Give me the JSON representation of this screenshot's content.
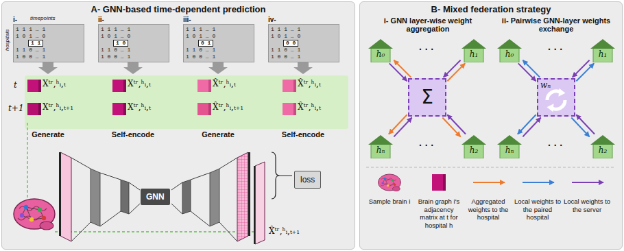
{
  "diagram": {
    "nodes": [
      {
        "text": [
          "A- GNN-based time-dependent prediction"
        ]
      },
      {
        "text": [
          "i-",
          "1 1 1 … 1",
          "1 0 1 … 0",
          "1 1",
          "1 1 0 … 1",
          "1 0 0 … 1"
        ],
        "in": 0
      },
      {
        "text": [
          "ii-",
          "1 1 1 … 1",
          "1 0 1 … 0",
          "1 0",
          "1 1 0 … 1",
          "1 0 0 … 1"
        ],
        "in": 0
      },
      {
        "text": [
          "iii-",
          "1 1 1 … 1",
          "1 0 1 … 0",
          "0 1",
          "1 1 0 … 1",
          "1 0 0 … 1"
        ],
        "in": 0
      },
      {
        "text": [
          "iv-",
          "1 1 1 … 1",
          "1 0 1 … 0",
          "0 0",
          "1 1 0 … 1",
          "1 0 0 … 1"
        ],
        "in": 0
      },
      {
        "text": [
          "GNN"
        ],
        "in": 0
      },
      {
        "text": [
          "loss"
        ],
        "in": 0
      },
      {
        "text": [
          "B- Mixed federation strategy"
        ]
      },
      {
        "text": [
          "h₀"
        ],
        "in": 7
      },
      {
        "text": [
          "h₁"
        ],
        "in": 7
      },
      {
        "text": [
          "Σ"
        ],
        "in": 7
      },
      {
        "text": [
          "hₙ"
        ],
        "in": 7
      },
      {
        "text": [
          "h₂"
        ],
        "in": 7
      },
      {
        "text": [
          "h₀"
        ],
        "in": 7
      },
      {
        "text": [
          "h₁"
        ],
        "in": 7
      },
      {
        "text": [
          "wₙ"
        ],
        "in": 7
      },
      {
        "text": [
          "hₙ"
        ],
        "in": 7
      },
      {
        "text": [
          "h₂"
        ],
        "in": 7
      }
    ],
    "edges": [
      {
        "from": 10,
        "to": 8,
        "arrow": "to"
      },
      {
        "from": 8,
        "to": 10,
        "arrow": "to"
      },
      {
        "from": 10,
        "to": 9,
        "arrow": "to"
      },
      {
        "from": 9,
        "to": 10,
        "arrow": "to"
      },
      {
        "from": 10,
        "to": 11,
        "arrow": "to"
      },
      {
        "from": 11,
        "to": 10,
        "arrow": "to"
      },
      {
        "from": 10,
        "to": 12,
        "arrow": "to"
      },
      {
        "from": 12,
        "to": 10,
        "arrow": "to"
      },
      {
        "from": 15,
        "to": 13,
        "arrow": "to"
      },
      {
        "from": 13,
        "to": 15,
        "arrow": "to"
      },
      {
        "from": 15,
        "to": 14,
        "arrow": "to"
      },
      {
        "from": 14,
        "to": 15,
        "arrow": "to"
      },
      {
        "from": 15,
        "to": 16,
        "arrow": "to"
      },
      {
        "from": 16,
        "to": 15,
        "arrow": "to"
      },
      {
        "from": 15,
        "to": 17,
        "arrow": "to"
      },
      {
        "from": 17,
        "to": 15,
        "arrow": "to"
      }
    ],
    "labels": [
      "timepoints",
      "hospitals",
      "t",
      "t+1",
      "Xᵗʳ,ʰᵢ,ₜ",
      "Xᵗʳ,ʰᵢ,ₜ₊₁",
      "Xᵗʳ,ʰᵢ,ₜ",
      "Xᵗʳ,ʰᵢ,ₜ",
      "X̂ᵗʳ,ʰᵢ,ₜ",
      "X̂ᵗʳ,ʰᵢ,ₜ₊₁",
      "X̂ᵗʳ,ʰᵢ,ₜ",
      "X̂ᵗʳ,ʰᵢ,ₜ",
      "Generate",
      "Self-encode",
      "Generate",
      "Self-encode",
      "X̂ᵗʳ,ʰᵢ,ₜ₊₁",
      "i- GNN layer-wise weight aggregation",
      "ii- Pairwise GNN-layer weights exchange",
      "· · ·",
      "· · ·",
      "· · ·",
      "· · ·"
    ],
    "legend": [
      {
        "text": "Sample brain i"
      },
      {
        "text": "Brain graph i's adjacency matrix at t for hospital h"
      },
      {
        "text": "Aggregated weights to the hospital"
      },
      {
        "text": "Local weights to the paired hospital"
      },
      {
        "text": "Local weights to the server"
      }
    ]
  }
}
